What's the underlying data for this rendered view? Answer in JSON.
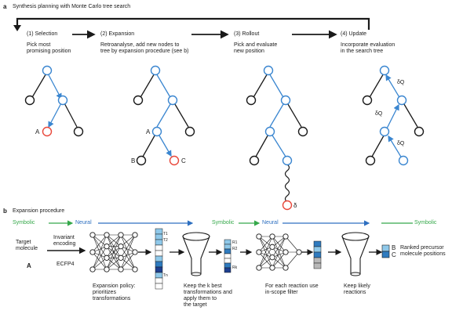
{
  "panel_a": {
    "letter": "a",
    "title": "Synthesis planning with Monte Carlo tree search",
    "steps": [
      {
        "heading": "(1) Selection",
        "desc": [
          "Pick most",
          "promising position"
        ],
        "node_label": "A"
      },
      {
        "heading": "(2) Expansion",
        "desc": [
          "Retroanalyse, add new nodes to",
          "tree by expansion procedure (see b)"
        ],
        "node_label_a": "A",
        "node_label_b": "B",
        "node_label_c": "C"
      },
      {
        "heading": "(3) Rollout",
        "desc": [
          "Pick and evaluate",
          "new position"
        ],
        "end_label": "δ"
      },
      {
        "heading": "(4) Update",
        "desc": [
          "Incorporate evaluation",
          "in the search tree"
        ],
        "dq": "δQ"
      }
    ]
  },
  "panel_b": {
    "letter": "b",
    "title": "Expansion procedure",
    "stage_labels": [
      "Symbolic",
      "Neural",
      "Symbolic",
      "Neural",
      "Symbolic"
    ],
    "target": [
      "Target",
      "molecule"
    ],
    "target_id": "A",
    "encoding": [
      "Invariant",
      "encoding"
    ],
    "fingerprint": "ECFP4",
    "policy_caption": [
      "Expansion policy:",
      "prioritizes",
      "transformations"
    ],
    "transform_labels": {
      "first": "T1",
      "second": "T2",
      "last": "Tn"
    },
    "keep_caption": [
      "Keep the k best",
      "transformations and",
      "apply them to",
      "the target"
    ],
    "result_labels": {
      "first": "R1",
      "second": "R2",
      "last": "Rk"
    },
    "filter_caption": [
      "For each reaction use",
      "in-scope filter"
    ],
    "keep_reactions_caption": [
      "Keep likely",
      "reactions"
    ],
    "legend": {
      "b": "B",
      "c": "C",
      "text": [
        "Ranked precursor",
        "molecule positions"
      ]
    },
    "colors": {
      "symbolic": "#35a84a",
      "neural": "#2d6fc0",
      "node_blue": "#3a86d0",
      "node_red": "#e8473a",
      "dark_blue": "#1e3f8f",
      "mid_blue": "#2f7bbf",
      "light_blue": "#8fc9ea",
      "gray": "#b8b8b8"
    }
  }
}
